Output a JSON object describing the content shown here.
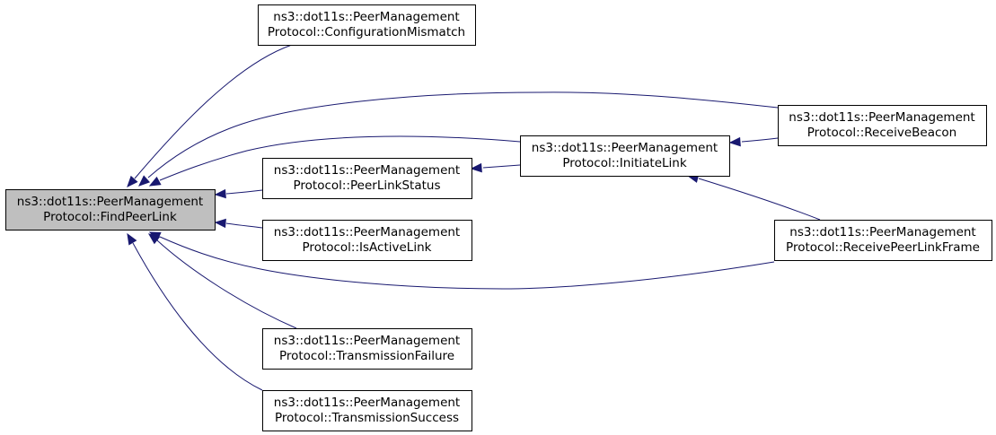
{
  "nodes": [
    {
      "id": "find-peer-link",
      "line1": "ns3::dot11s::PeerManagement",
      "line2": "Protocol::FindPeerLink",
      "highlighted": true
    },
    {
      "id": "configuration-mismatch",
      "line1": "ns3::dot11s::PeerManagement",
      "line2": "Protocol::ConfigurationMismatch",
      "highlighted": false
    },
    {
      "id": "receive-beacon",
      "line1": "ns3::dot11s::PeerManagement",
      "line2": "Protocol::ReceiveBeacon",
      "highlighted": false
    },
    {
      "id": "initiate-link",
      "line1": "ns3::dot11s::PeerManagement",
      "line2": "Protocol::InitiateLink",
      "highlighted": false
    },
    {
      "id": "peer-link-status",
      "line1": "ns3::dot11s::PeerManagement",
      "line2": "Protocol::PeerLinkStatus",
      "highlighted": false
    },
    {
      "id": "is-active-link",
      "line1": "ns3::dot11s::PeerManagement",
      "line2": "Protocol::IsActiveLink",
      "highlighted": false
    },
    {
      "id": "receive-peer-link-frame",
      "line1": "ns3::dot11s::PeerManagement",
      "line2": "Protocol::ReceivePeerLinkFrame",
      "highlighted": false
    },
    {
      "id": "transmission-failure",
      "line1": "ns3::dot11s::PeerManagement",
      "line2": "Protocol::TransmissionFailure",
      "highlighted": false
    },
    {
      "id": "transmission-success",
      "line1": "ns3::dot11s::PeerManagement",
      "line2": "Protocol::TransmissionSuccess",
      "highlighted": false
    }
  ],
  "edges": [
    {
      "from": "configuration-mismatch",
      "to": "find-peer-link"
    },
    {
      "from": "receive-beacon",
      "to": "find-peer-link"
    },
    {
      "from": "initiate-link",
      "to": "find-peer-link"
    },
    {
      "from": "peer-link-status",
      "to": "find-peer-link"
    },
    {
      "from": "is-active-link",
      "to": "find-peer-link"
    },
    {
      "from": "receive-peer-link-frame",
      "to": "find-peer-link"
    },
    {
      "from": "transmission-failure",
      "to": "find-peer-link"
    },
    {
      "from": "transmission-success",
      "to": "find-peer-link"
    },
    {
      "from": "initiate-link",
      "to": "peer-link-status"
    },
    {
      "from": "receive-beacon",
      "to": "initiate-link"
    },
    {
      "from": "receive-peer-link-frame",
      "to": "initiate-link"
    }
  ],
  "colors": {
    "highlighted_fill": "#bfbfbf",
    "node_fill": "#ffffff",
    "node_border": "#000000",
    "edge": "#191970"
  }
}
